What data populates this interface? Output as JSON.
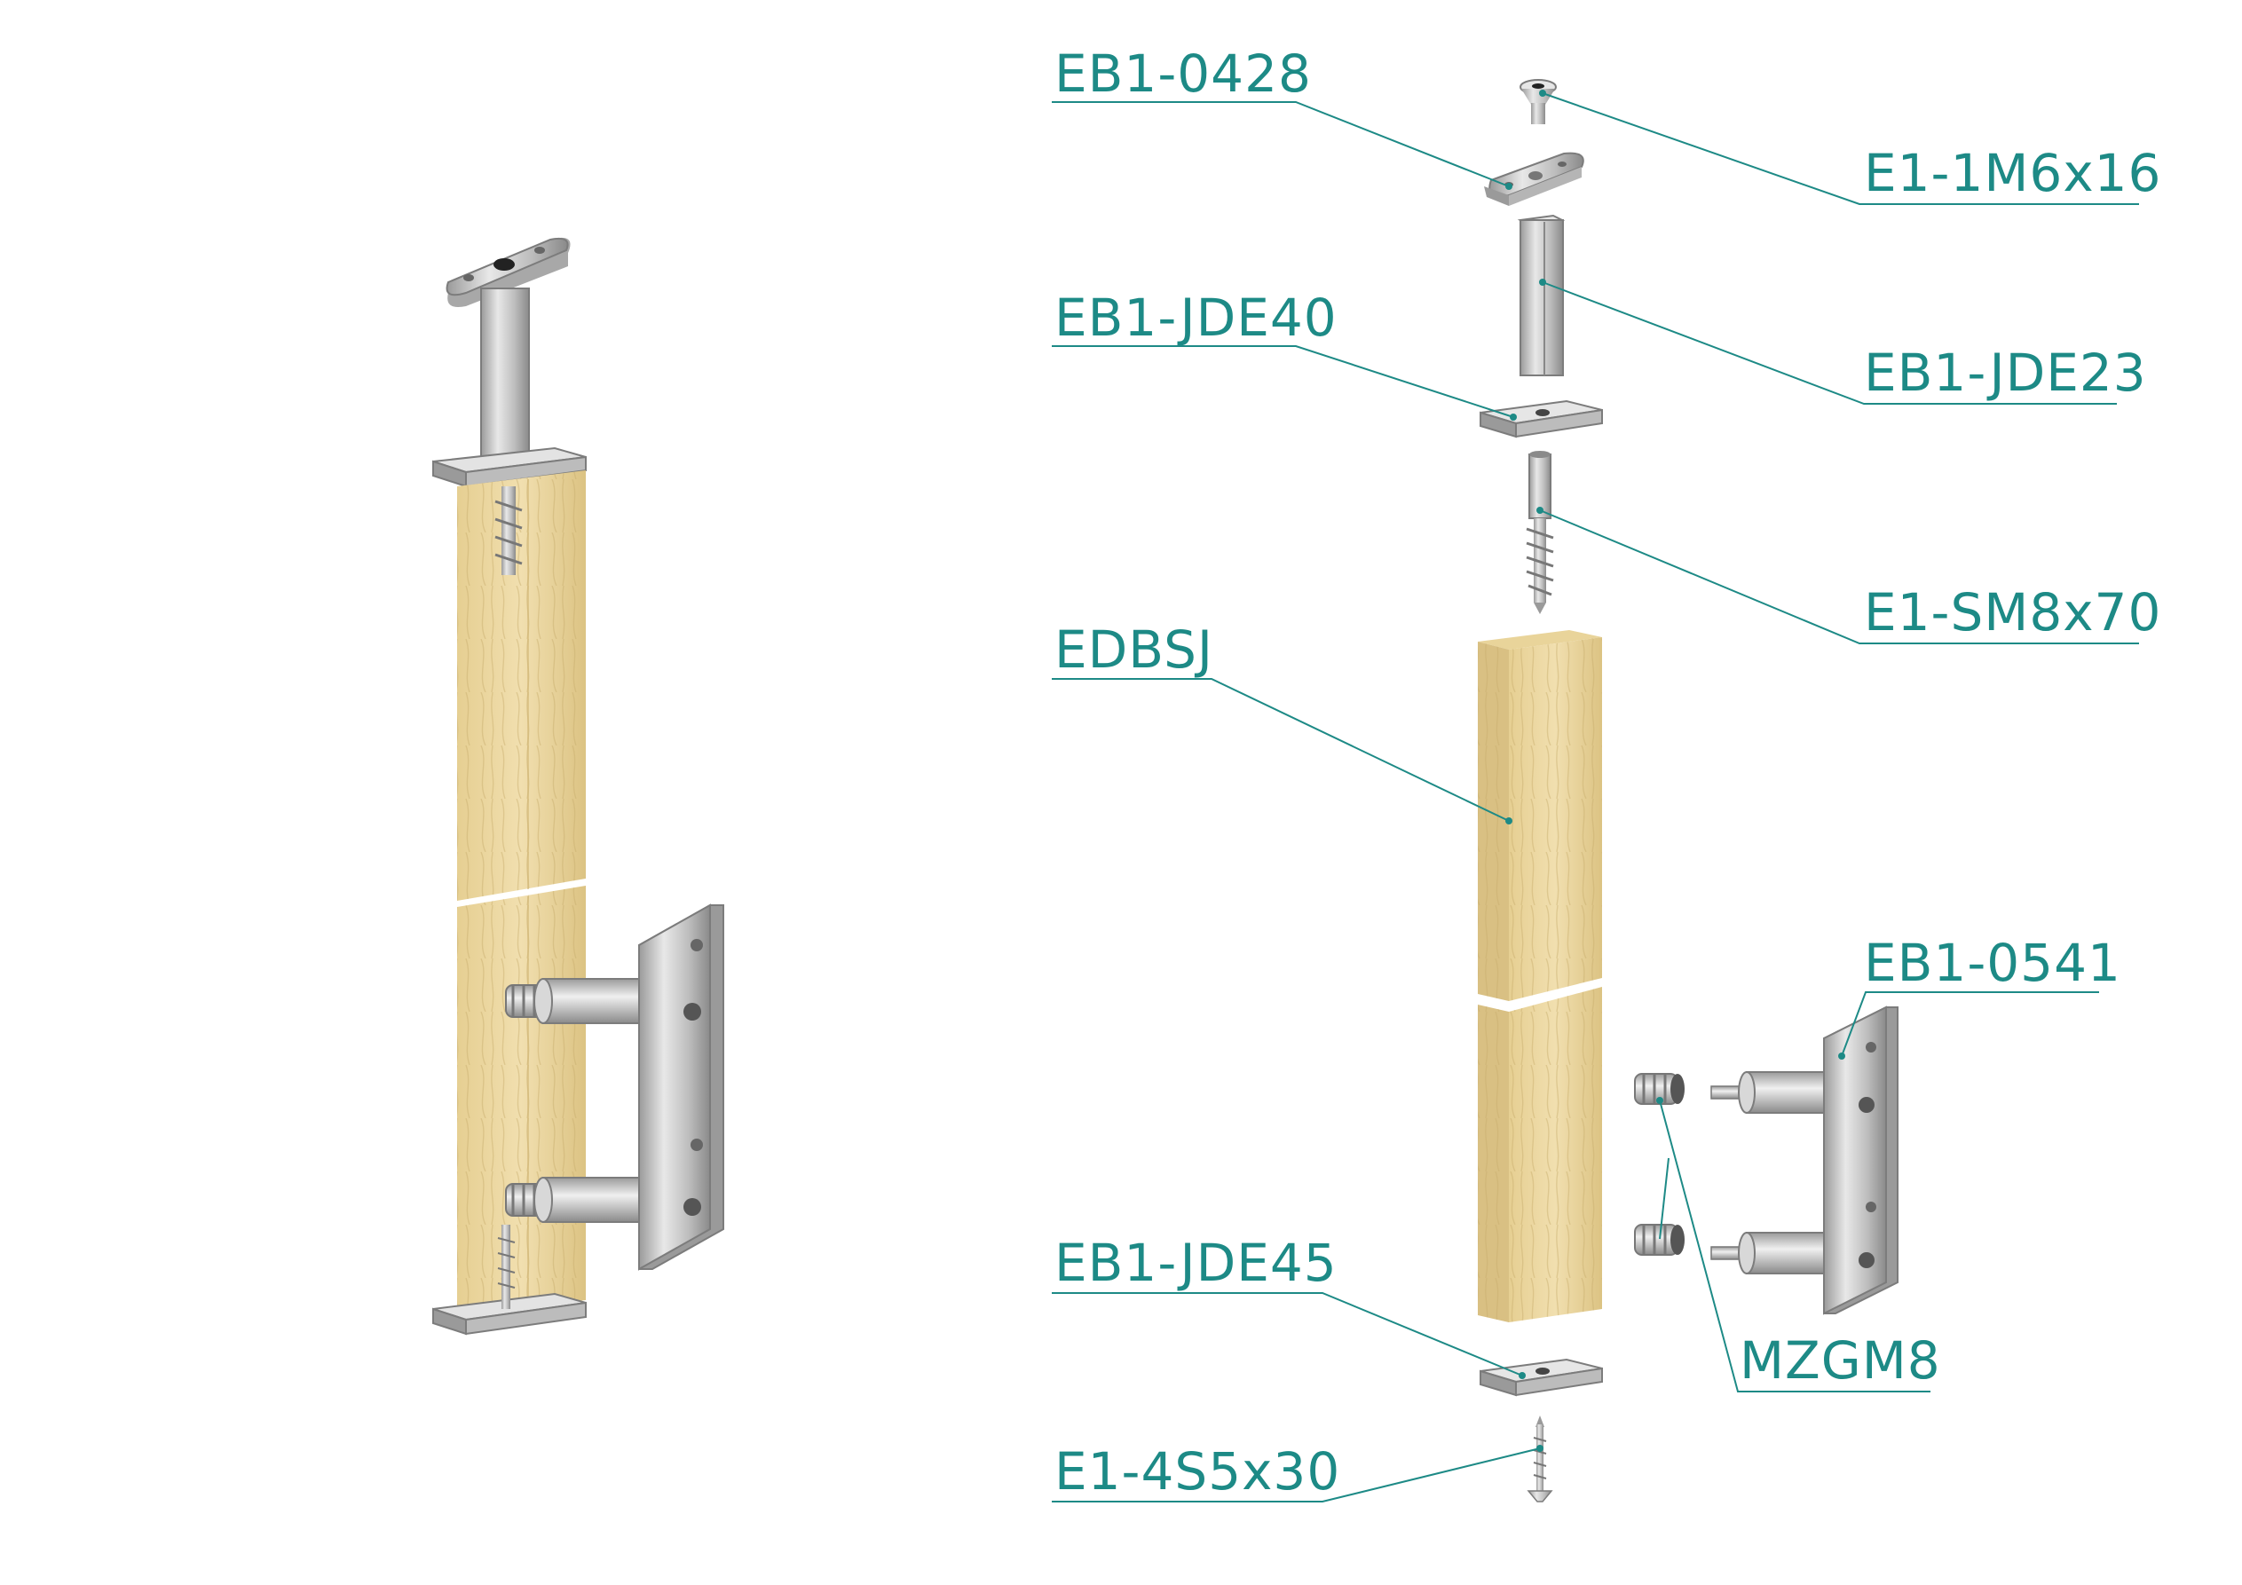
{
  "colors": {
    "label": "#1d8a86",
    "wood": "#eddaa4",
    "wood_dark": "#cfb57a",
    "steel": "#c9c9c9",
    "steel_dark": "#8e8e8e"
  },
  "labels": {
    "eb1_0428": "EB1-0428",
    "e1_1m6x16": "E1-1M6x16",
    "eb1_jde40": "EB1-JDE40",
    "eb1_jde23": "EB1-JDE23",
    "e1_sm8x70": "E1-SM8x70",
    "edbsj": "EDBSJ",
    "eb1_0541": "EB1-0541",
    "eb1_jde45": "EB1-JDE45",
    "mzgm8": "MZGM8",
    "e1_4s5x30": "E1-4S5x30"
  }
}
